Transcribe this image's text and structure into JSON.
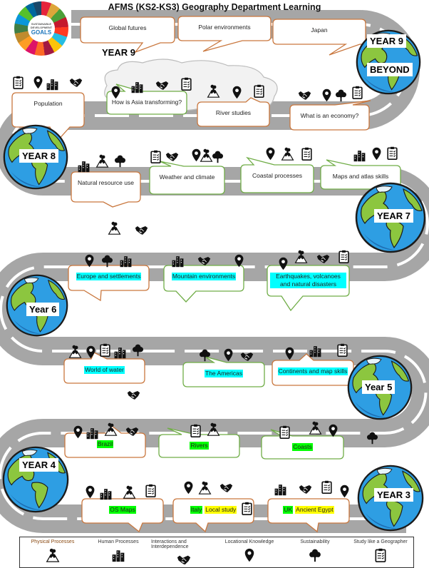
{
  "title": "AFMS (KS2-KS3) Geography Department Learning",
  "sdg_logo": {
    "line1": "SUSTAINABLE",
    "line2": "DEVELOPMENT",
    "line3": "GOALS"
  },
  "year9_heading": "YEAR 9",
  "year_labels": [
    "YEAR 9",
    "BEYOND",
    "YEAR 8",
    "YEAR 7",
    "Year 6",
    "Year 5",
    "YEAR 4",
    "YEAR 3"
  ],
  "colors": {
    "road": "#a6a6a6",
    "orange_border": "#c9773e",
    "green_border": "#70ad47",
    "cyan": "#00ffff",
    "green": "#00ff00",
    "yellow": "#ffff00"
  },
  "callouts": [
    {
      "segments": [
        {
          "text": "Global futures",
          "highlight": ""
        }
      ]
    },
    {
      "segments": [
        {
          "text": "Polar environments",
          "highlight": ""
        }
      ]
    },
    {
      "segments": [
        {
          "text": "Japan",
          "highlight": ""
        }
      ]
    },
    {
      "segments": [
        {
          "text": "Population",
          "highlight": ""
        }
      ]
    },
    {
      "segments": [
        {
          "text": "How is Asia transforming?",
          "highlight": ""
        }
      ]
    },
    {
      "segments": [
        {
          "text": "River studies",
          "highlight": ""
        }
      ]
    },
    {
      "segments": [
        {
          "text": "What is an economy?",
          "highlight": ""
        }
      ]
    },
    {
      "segments": [
        {
          "text": "Natural resource use",
          "highlight": ""
        }
      ]
    },
    {
      "segments": [
        {
          "text": "Weather and climate",
          "highlight": ""
        }
      ]
    },
    {
      "segments": [
        {
          "text": "Coastal processes",
          "highlight": ""
        }
      ]
    },
    {
      "segments": [
        {
          "text": "Maps and atlas skills",
          "highlight": ""
        }
      ]
    },
    {
      "segments": [
        {
          "text": "Europe and settlements",
          "highlight": "#00ffff"
        }
      ]
    },
    {
      "segments": [
        {
          "text": "Mountain environments",
          "highlight": "#00ffff"
        }
      ]
    },
    {
      "segments": [
        {
          "text": "Earthquakes, volcanoes and natural disasters",
          "highlight": "#00ffff"
        }
      ]
    },
    {
      "segments": [
        {
          "text": "World of water",
          "highlight": "#00ffff"
        }
      ]
    },
    {
      "segments": [
        {
          "text": "The Americas",
          "highlight": "#00ffff"
        }
      ]
    },
    {
      "segments": [
        {
          "text": "Continents and map skills",
          "highlight": "#00ffff"
        }
      ]
    },
    {
      "segments": [
        {
          "text": "Brazil",
          "highlight": "#00ff00"
        }
      ]
    },
    {
      "segments": [
        {
          "text": "Rivers",
          "highlight": "#00ff00"
        }
      ]
    },
    {
      "segments": [
        {
          "text": "Coasts",
          "highlight": "#00ff00"
        }
      ]
    },
    {
      "segments": [
        {
          "text": "OS Maps",
          "highlight": "#00ff00"
        }
      ]
    },
    {
      "segments": [
        {
          "text": "Italy",
          "highlight": "#00ff00"
        },
        {
          "text": "Local study",
          "highlight": "#ffff00"
        }
      ]
    },
    {
      "segments": [
        {
          "text": "UK",
          "highlight": "#00ff00"
        },
        {
          "text": "Ancient Egypt",
          "highlight": "#ffff00"
        }
      ]
    }
  ],
  "legend": [
    {
      "label": "Physical Processes",
      "icon": "volcano"
    },
    {
      "label": "Human Processes",
      "icon": "buildings"
    },
    {
      "label": "Interactions and Interdependence",
      "icon": "handshake"
    },
    {
      "label": "Locational Knowledge",
      "icon": "pin"
    },
    {
      "label": "Sustainability",
      "icon": "tree"
    },
    {
      "label": "Study like a Geographer",
      "icon": "clipboard"
    }
  ]
}
